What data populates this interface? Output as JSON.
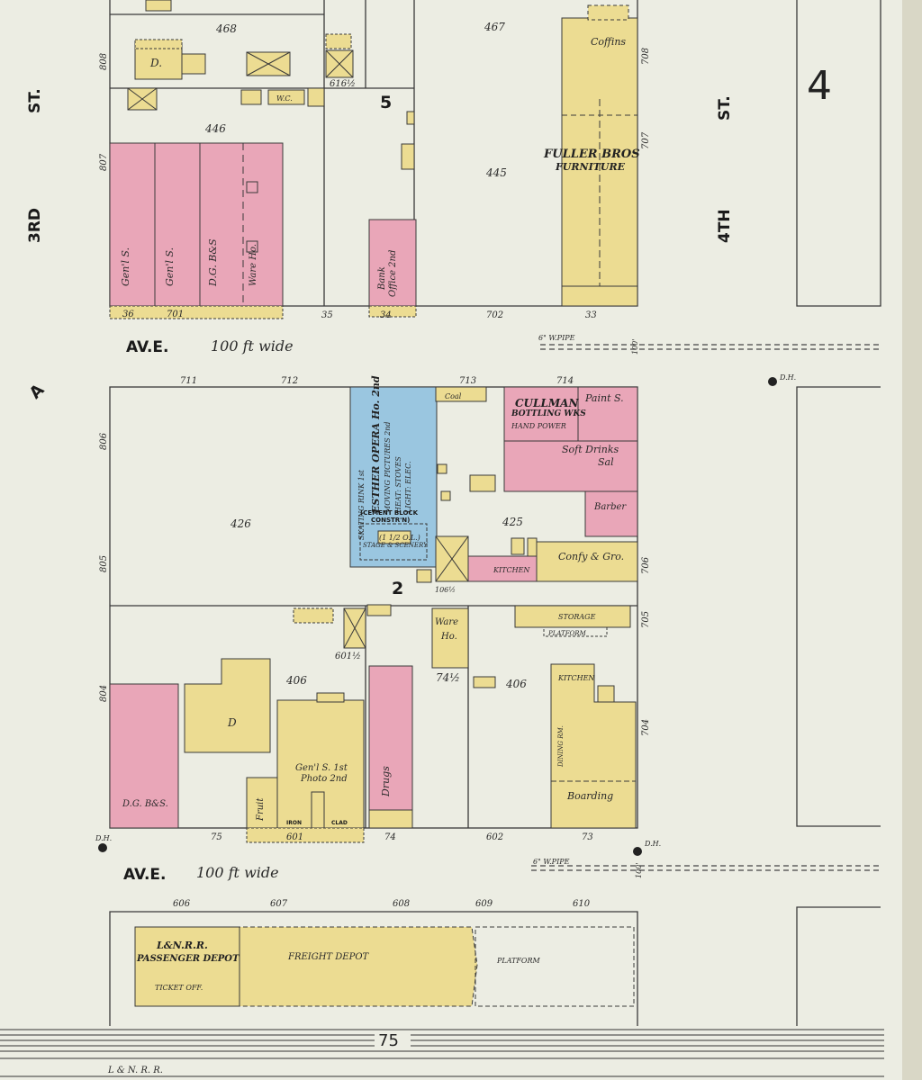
{
  "sheet_number": "4",
  "streets": {
    "third_st": [
      "3RD",
      "ST."
    ],
    "fourth_st": [
      "4TH",
      "ST."
    ],
    "av_e_label": "AV.E.",
    "av_e_width": "100 ft wide",
    "water_pipe": "6\" W.PIPE",
    "pipe_100": "100'",
    "railroad_number": "75",
    "railroad_label": "L & N. R. R."
  },
  "block_numbers": {
    "north": "5",
    "middle": "2"
  },
  "lot_numbers": {
    "n468": "468",
    "n467": "467",
    "n446": "446",
    "n445": "445",
    "n426": "426",
    "n425": "425",
    "n406a": "406",
    "n406b": "406"
  },
  "address_numbers": {
    "a808": "808",
    "a807": "807",
    "a806": "806",
    "a805": "805",
    "a804": "804",
    "a708": "708",
    "a707": "707",
    "a706": "706",
    "a705": "705",
    "a704": "704",
    "a711": "711",
    "a712": "712",
    "a713": "713",
    "a714": "714",
    "a36": "36",
    "a701": "701",
    "a35": "35",
    "a34": "34",
    "a702": "702",
    "a33": "33",
    "a75": "75",
    "a601": "601",
    "a74": "74",
    "a602": "602",
    "a73": "73",
    "a74half": "74½",
    "a601half": "601½",
    "a106half": "106½",
    "a616half": "616½",
    "a606": "606",
    "a607": "607",
    "a608": "608",
    "a609": "609",
    "a610": "610"
  },
  "buildings": {
    "fuller": {
      "name": "FULLER BROS",
      "use": "FURNITURE",
      "coffins": "Coffins"
    },
    "gen_s1": "Gen'l S.",
    "gen_s2": "Gen'l S.",
    "dgbs_north": "D.G. B&S",
    "ware_ho_north": "Ware Ho.",
    "bank": [
      "Bank",
      "Office 2nd"
    ],
    "opera": [
      "ESTHER OPERA Ho. 2nd",
      "MOVING PICTURES 2nd",
      "SKATING RINK 1st",
      "HEAT: STOVES",
      "LIGHT: ELEC."
    ],
    "cement": [
      "(CEMENT BLOCK",
      "CONSTR'N)"
    ],
    "stage": [
      "(1 1/2 O.L.)",
      "STAGE & SCENERY"
    ],
    "coal": "Coal",
    "cullman": [
      "CULLMAN",
      "BOTTLING WKS",
      "HAND POWER"
    ],
    "paint": "Paint S.",
    "soft_drinks": [
      "Soft Drinks",
      "Sal"
    ],
    "barber": "Barber",
    "confy": "Confy & Gro.",
    "kitchen_mid": "KITCHEN",
    "storage": "STORAGE",
    "platform_small": "PLATFORM",
    "ware_ho_south": [
      "Ware",
      "Ho."
    ],
    "dwelling_n": "D.",
    "dwelling_s": "D",
    "wc": "W.C.",
    "genl_photo": [
      "Gen'l S. 1st",
      "Photo 2nd"
    ],
    "drugs": "Drugs",
    "fruit": "Fruit",
    "dgbs_south": "D.G. B&S.",
    "iron": "IRON",
    "clad": "CLAD",
    "kitchen_s": "KITCHEN",
    "dining": "DINING RM.",
    "boarding": "Boarding",
    "ln_depot": [
      "L&N.R.R.",
      "PASSENGER DEPOT"
    ],
    "ticket": "TICKET OFF.",
    "freight": "FREIGHT   DEPOT",
    "platform": "PLATFORM",
    "dh": "D.H."
  },
  "legend_colors": {
    "brick": "#e9a6b8",
    "frame": "#ecdc92",
    "stone_fireproof": "#9ac6e0",
    "ink": "#3a3a3a",
    "paper": "#ecede3"
  }
}
